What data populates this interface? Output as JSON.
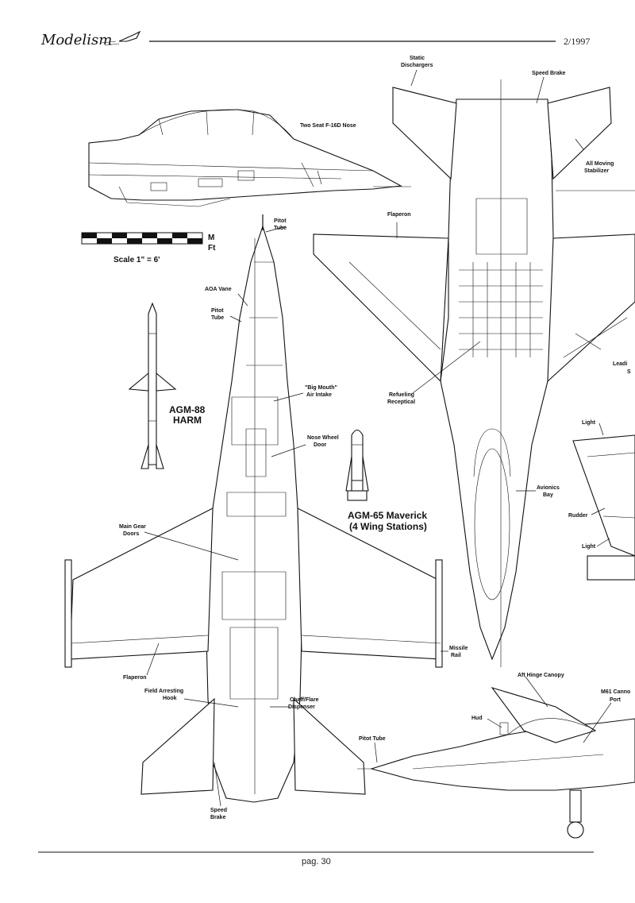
{
  "header": {
    "logo_text": "Modelism",
    "issue": "2/1997"
  },
  "footer": {
    "page": "pag. 30"
  },
  "scale": {
    "unit_m": "M",
    "unit_ft": "Ft",
    "label": "Scale 1\" = 6'"
  },
  "labels": {
    "two_seat_nose": "Two Seat F-16D Nose",
    "pitot_tube_top_1": "Pitot",
    "pitot_tube_top_2": "Tube",
    "aoa_vane": "AOA Vane",
    "pitot_tube_side_1": "Pitot",
    "pitot_tube_side_2": "Tube",
    "big_mouth_1": "\"Big Mouth\"",
    "big_mouth_2": "Air Intake",
    "nose_wheel_1": "Nose Wheel",
    "nose_wheel_2": "Door",
    "main_gear_1": "Main Gear",
    "main_gear_2": "Doors",
    "flaperon_left": "Flaperon",
    "field_arresting_1": "Field Arresting",
    "field_arresting_2": "Hook",
    "chaff_flare_1": "Chaff/Flare",
    "chaff_flare_2": "Dispenser",
    "speed_brake_bottom_1": "Speed",
    "speed_brake_bottom_2": "Brake",
    "missile_rail_1": "Missile",
    "missile_rail_2": "Rail",
    "static_dischargers_1": "Static",
    "static_dischargers_2": "Dischargers",
    "speed_brake_top": "Speed Brake",
    "all_moving_1": "All Moving",
    "all_moving_2": "Stabilizer",
    "flaperon_right": "Flaperon",
    "leading_edge_1": "Leadi",
    "leading_edge_2": "S",
    "refueling_1": "Refueling",
    "refueling_2": "Receptical",
    "avionics_1": "Avionics",
    "avionics_2": "Bay",
    "light_top": "Light",
    "rudder": "Rudder",
    "light_bottom": "Light",
    "aft_hinge_canopy": "Aft Hinge Canopy",
    "hud": "Hud",
    "m61_1": "M61 Canno",
    "m61_2": "Port",
    "pitot_tube_nose": "Pitot Tube"
  },
  "weapons": {
    "harm_1": "AGM-88",
    "harm_2": "HARM",
    "maverick_1": "AGM-65 Maverick",
    "maverick_2": "(4 Wing Stations)"
  }
}
